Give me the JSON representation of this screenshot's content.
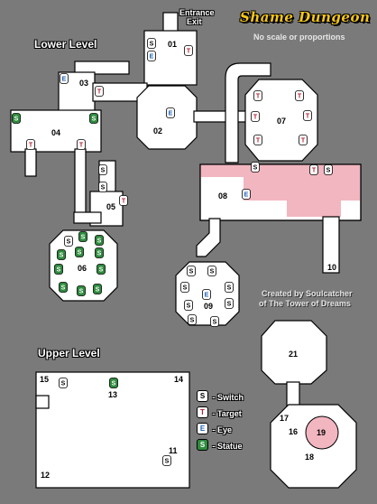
{
  "title": "Shame Dungeon",
  "subtitle": "No scale or proportions",
  "credit_line1": "Created by Soulcatcher",
  "credit_line2": "of The Tower of Dreams",
  "levels": {
    "lower": "Lower Level",
    "upper": "Upper Level"
  },
  "entrance_label": "Entrance",
  "exit_label": "Exit",
  "legend": {
    "switch": {
      "symbol": "S",
      "label": "- Switch"
    },
    "target": {
      "symbol": "T",
      "label": "- Target"
    },
    "eye": {
      "symbol": "E",
      "label": "- Eye"
    },
    "statue": {
      "symbol": "S",
      "label": "- Statue"
    }
  },
  "colors": {
    "background": "#7a7a7a",
    "room": "#ffffff",
    "lava": "#f2b6c0",
    "switch": "#ffffff",
    "target": "#e8a0a8",
    "eye": "#9fd0ff",
    "statue": "#2e8b3d"
  },
  "rooms": {
    "r01": "01",
    "r02": "02",
    "r03": "03",
    "r04": "04",
    "r05": "05",
    "r06": "06",
    "r07": "07",
    "r08": "08",
    "r09": "09",
    "r10": "10",
    "r11": "11",
    "r12": "12",
    "r13": "13",
    "r14": "14",
    "r15": "15",
    "r16": "16",
    "r17": "17",
    "r18": "18",
    "r19": "19",
    "r21": "21"
  }
}
